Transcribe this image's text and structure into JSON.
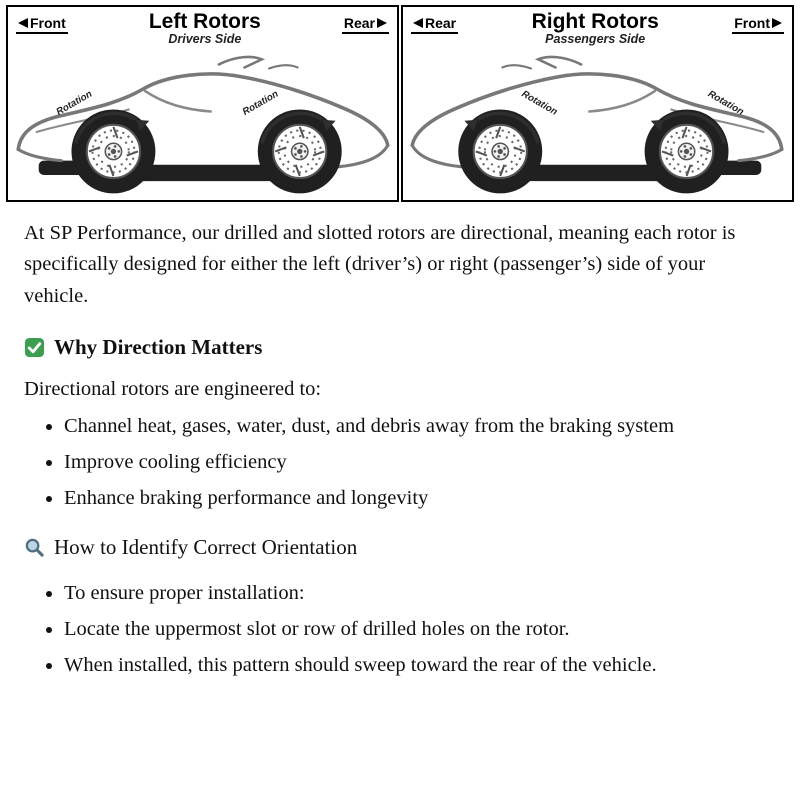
{
  "diagram": {
    "rotation_label": "Rotation",
    "left_panel": {
      "title": "Left Rotors",
      "subtitle": "Drivers Side",
      "top_left_label": "Front",
      "top_right_label": "Rear"
    },
    "right_panel": {
      "title": "Right Rotors",
      "subtitle": "Passengers Side",
      "top_left_label": "Rear",
      "top_right_label": "Front"
    }
  },
  "content": {
    "intro": "At SP Performance, our drilled and slotted rotors are directional, meaning each rotor is specifically designed for either the left (driver’s) or right (passenger’s) side of your vehicle.",
    "why_direction": {
      "heading": "Why Direction Matters",
      "lead": "Directional rotors are engineered to:",
      "bullets": [
        "Channel heat, gases, water, dust, and debris away from the braking system",
        "Improve cooling efficiency",
        "Enhance braking performance and longevity"
      ]
    },
    "orientation": {
      "heading": "How to Identify Correct Orientation",
      "bullets": [
        "To ensure proper installation:",
        "Locate the uppermost slot or row of drilled holes on the rotor.",
        "When installed, this pattern should sweep toward the rear of the vehicle."
      ]
    }
  },
  "colors": {
    "check_green": "#3d9e52",
    "text": "#111111"
  }
}
